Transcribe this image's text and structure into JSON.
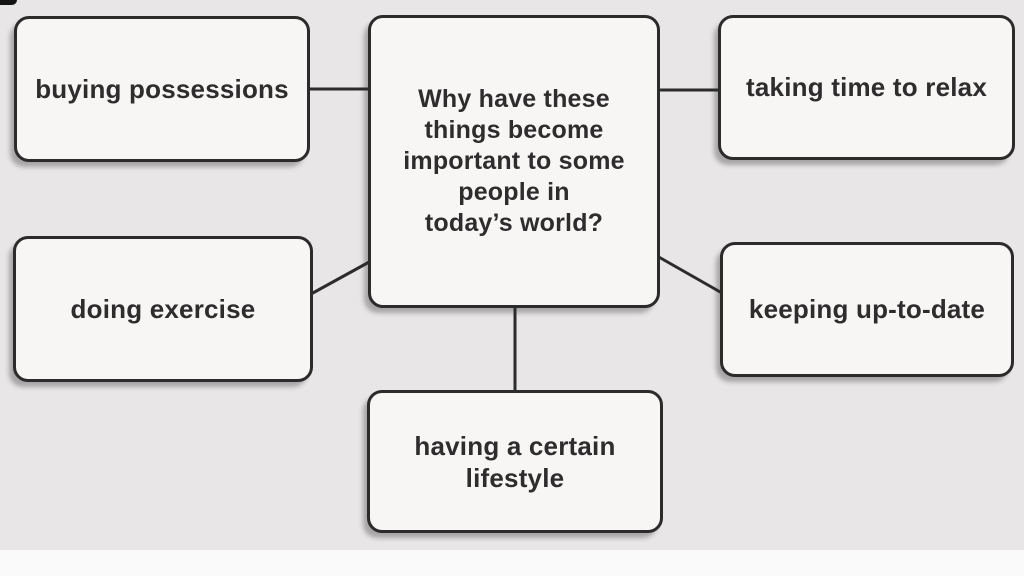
{
  "diagram": {
    "center": {
      "label": "Why have these\nthings become\nimportant to some\npeople in\ntoday’s world?"
    },
    "nodes": [
      {
        "id": "buying-possessions",
        "label": "buying possessions"
      },
      {
        "id": "taking-time-to-relax",
        "label": "taking time to relax"
      },
      {
        "id": "doing-exercise",
        "label": "doing exercise"
      },
      {
        "id": "keeping-up-to-date",
        "label": "keeping up-to-date"
      },
      {
        "id": "having-a-certain-lifestyle",
        "label": "having a certain\nlifestyle"
      }
    ]
  },
  "colors": {
    "page_background": "#e9e6e7",
    "bottom_strip": "#fbfafa",
    "box_fill": "#f8f6f5",
    "box_border": "#2b2b2b",
    "text": "#2e2c2d",
    "connector": "#2c2c2c"
  }
}
